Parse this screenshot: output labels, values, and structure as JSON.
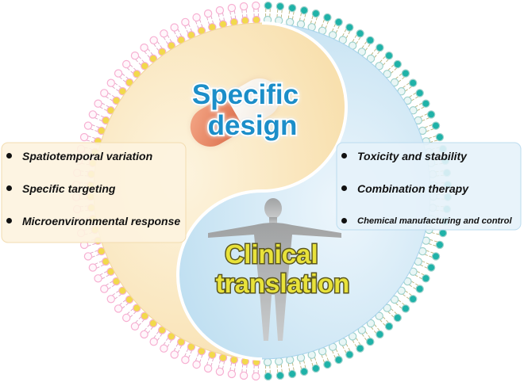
{
  "top_heading": {
    "line1": "Specific",
    "line2": "design"
  },
  "bottom_heading": {
    "line1": "Clinical",
    "line2": "translation"
  },
  "left_items": [
    "Spatiotemporal variation",
    "Specific targeting",
    "Microenvironmental response"
  ],
  "right_items": [
    "Toxicity and stability",
    "Combination therapy",
    "Chemical manufacturing and control"
  ],
  "icons": {
    "capsule": "capsule-icon",
    "human": "human-figure-icon",
    "membrane": "lipid-bilayer-icon"
  },
  "colors": {
    "left_half_fill": "#fbe9c8",
    "right_half_fill": "#d6ebf7",
    "left_lipid_head": "#f2d94c",
    "left_lipid_head_outer": "#f7b0d2",
    "right_lipid_head": "#1fb2a8",
    "right_lipid_head_outer": "#9fd2cc",
    "top_title_fill": "#1a8ec9",
    "bottom_title_fill": "#e8e23a",
    "capsule": "#e27b55"
  }
}
